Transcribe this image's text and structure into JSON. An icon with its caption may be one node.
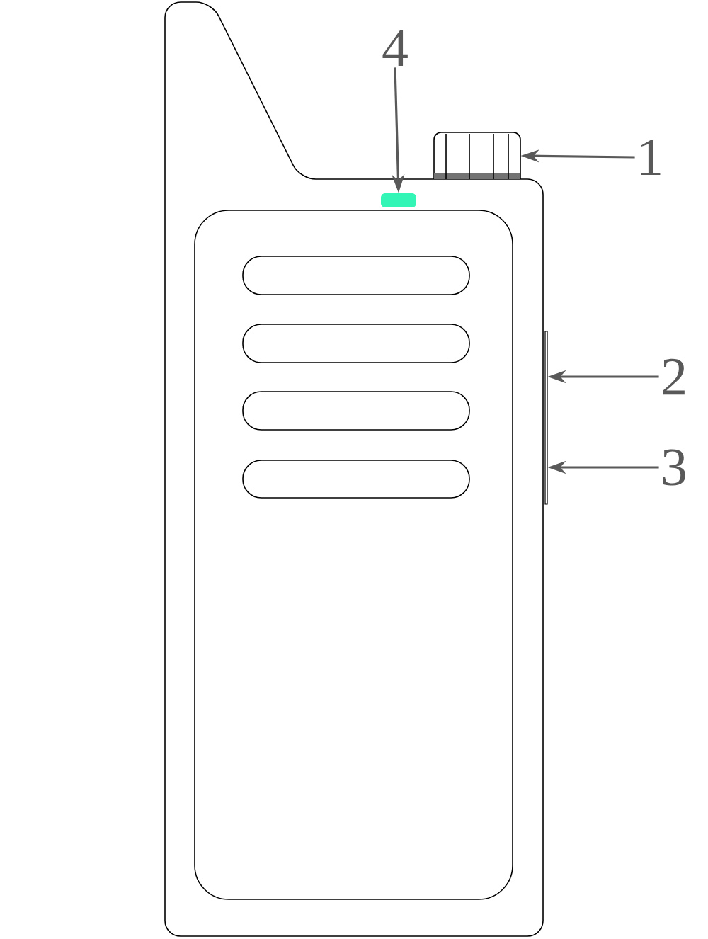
{
  "diagram": {
    "nodes": [
      {
        "text": [
          "4"
        ]
      },
      {
        "text": [
          "1"
        ]
      },
      {
        "text": [
          "2"
        ]
      },
      {
        "text": [
          "3"
        ]
      },
      {
        "text": [],
        "shape": "knob"
      },
      {
        "text": [],
        "shape": "light"
      },
      {
        "text": [],
        "shape": "button"
      }
    ],
    "edges": [
      {
        "from": 1,
        "to": 4,
        "arrow": "to"
      },
      {
        "from": 2,
        "to": 6,
        "arrow": "to"
      },
      {
        "from": 3,
        "to": 6,
        "arrow": "to"
      },
      {
        "from": 0,
        "to": 5,
        "arrow": "to"
      }
    ]
  }
}
